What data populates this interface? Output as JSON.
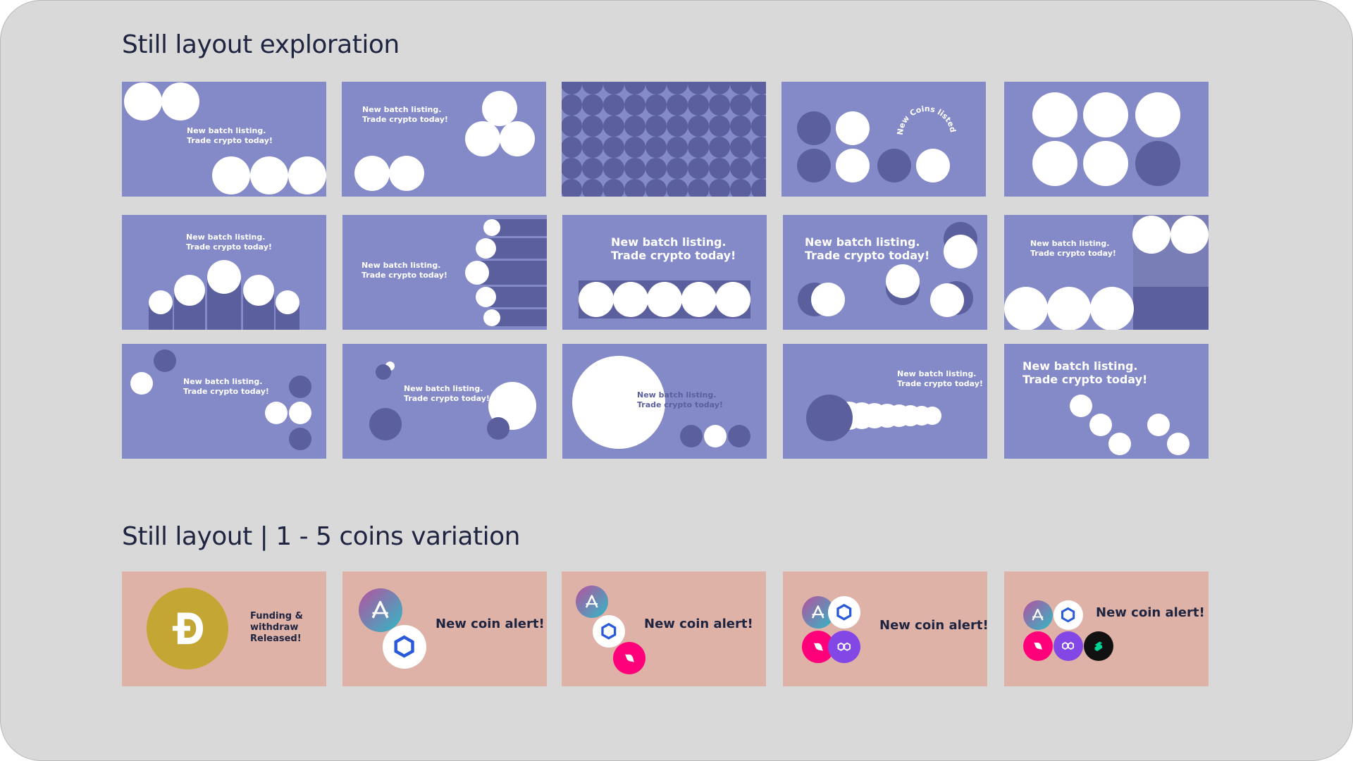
{
  "sections": {
    "exploration_title": "Still layout exploration",
    "variation_title": "Still layout | 1 - 5 coins variation"
  },
  "tagline": {
    "line1": "New batch listing.",
    "line2": "Trade crypto today!"
  },
  "arc_text": "New Coins listed",
  "doge_text": {
    "line1": "Funding &",
    "line2": "withdraw",
    "line3": "Released!"
  },
  "alert_text": "New coin alert!",
  "colors": {
    "board": "#d9d9d9",
    "frame_purple": "#8489c8",
    "dark_circle": "#5b5f9d",
    "frame_pink": "#dfb2a8",
    "title_text": "#1f2540"
  },
  "coin_icons": [
    "dogecoin-icon",
    "aave-icon",
    "chainlink-icon",
    "uniswap-icon",
    "polygon-icon",
    "compound-icon"
  ]
}
